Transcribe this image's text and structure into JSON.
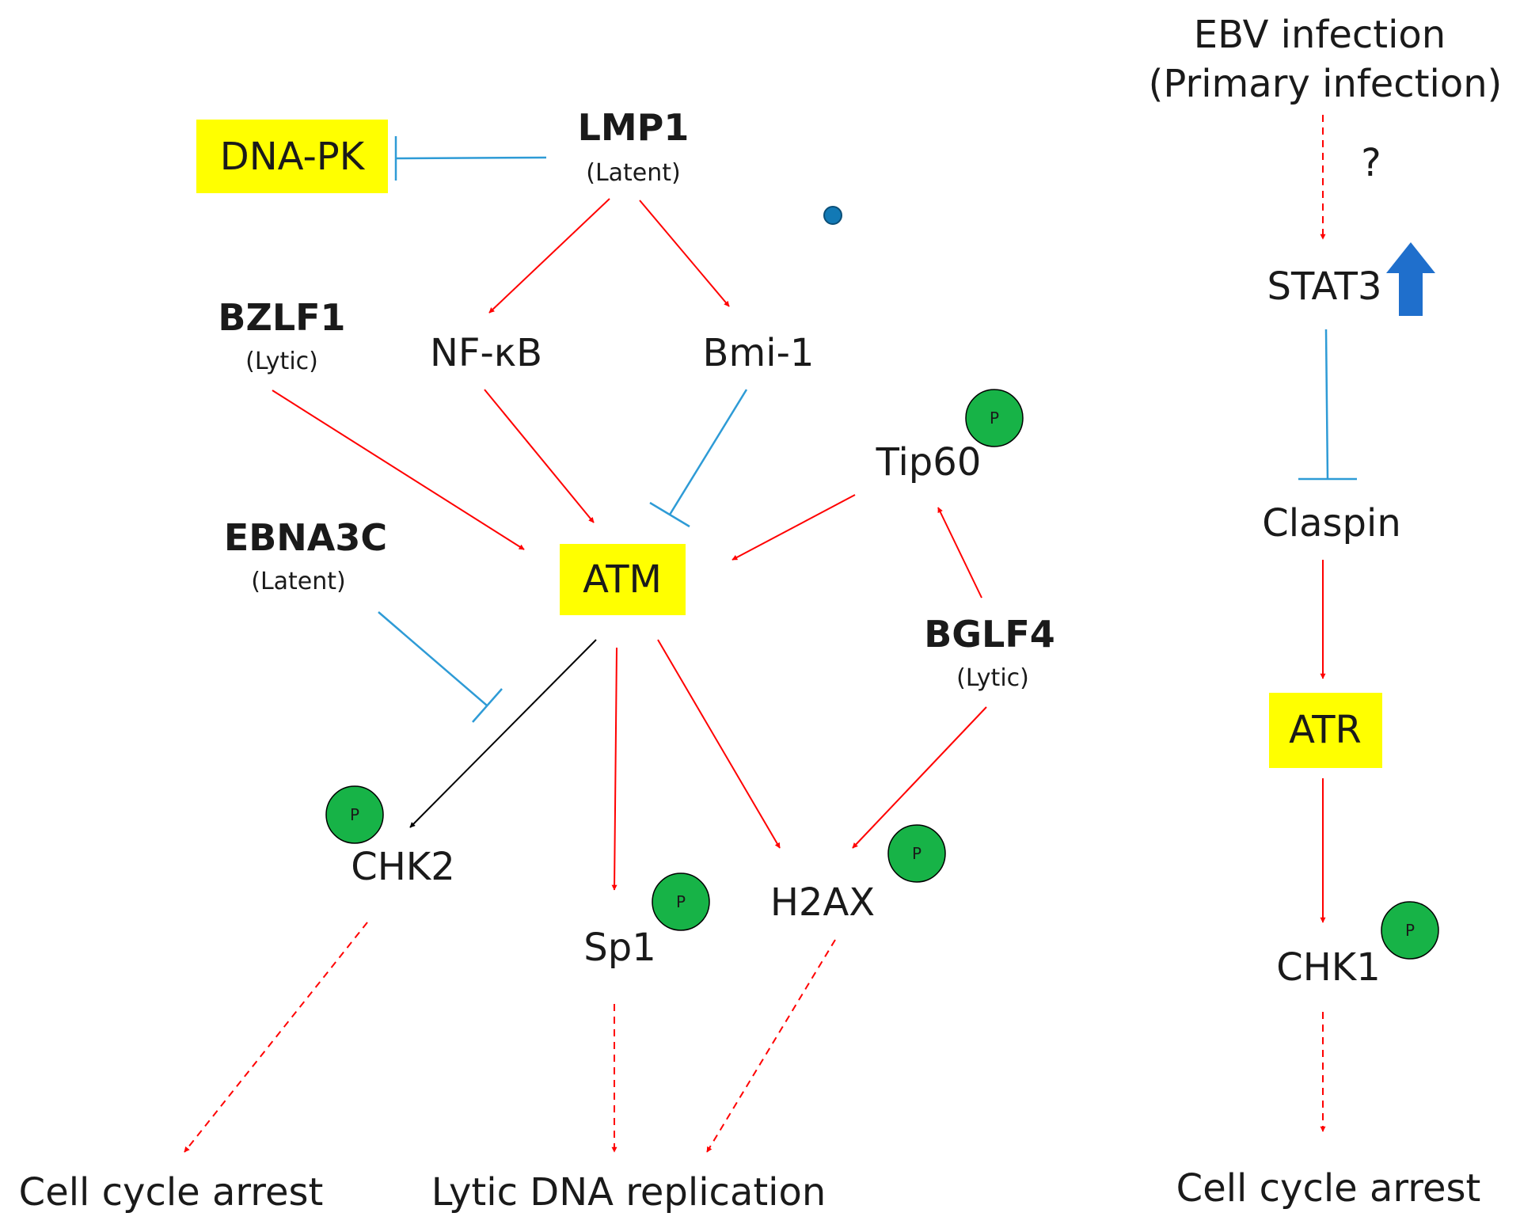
{
  "colors": {
    "activation": "#ff0000",
    "inhibition": "#2e9bd6",
    "neutral": "#000000",
    "highlight_box": "#ffff00",
    "phospho_fill": "#17b347",
    "dot": "#1279b5",
    "up_arrow": "#1f6fcc"
  },
  "icons": {
    "phospho": "circle-p-icon",
    "up_arrow": "up-arrow-icon",
    "dot": "dot-icon"
  },
  "nodes": {
    "lmp1": {
      "label": "LMP1",
      "sub": "(Latent)"
    },
    "dnapk": {
      "label": "DNA-PK"
    },
    "bzlf1": {
      "label": "BZLF1",
      "sub": "(Lytic)"
    },
    "nfkb": {
      "label": "NF-κB"
    },
    "bmi1": {
      "label": "Bmi-1"
    },
    "tip60": {
      "label": "Tip60"
    },
    "ebna3c": {
      "label": "EBNA3C",
      "sub": "(Latent)"
    },
    "atm": {
      "label": "ATM"
    },
    "bglf4": {
      "label": "BGLF4",
      "sub": "(Lytic)"
    },
    "chk2": {
      "label": "CHK2"
    },
    "sp1": {
      "label": "Sp1"
    },
    "h2ax": {
      "label": "H2AX"
    },
    "arrest_left": {
      "label": "Cell cycle arrest"
    },
    "lytic_rep": {
      "label": "Lytic DNA replication"
    },
    "ebv": {
      "line1": "EBV infection",
      "line2": "(Primary infection)"
    },
    "question": {
      "label": "?"
    },
    "stat3": {
      "label": "STAT3"
    },
    "claspin": {
      "label": "Claspin"
    },
    "atr": {
      "label": "ATR"
    },
    "chk1": {
      "label": "CHK1"
    },
    "arrest_right": {
      "label": "Cell cycle arrest"
    }
  },
  "phospho_label": "P",
  "edges": [
    {
      "id": "lmp1-dnapk",
      "from": "LMP1",
      "to": "DNA-PK",
      "kind": "inhibition",
      "style": "solid"
    },
    {
      "id": "lmp1-nfkb",
      "from": "LMP1",
      "to": "NF-κB",
      "kind": "activation",
      "style": "solid"
    },
    {
      "id": "lmp1-bmi1",
      "from": "LMP1",
      "to": "Bmi-1",
      "kind": "activation",
      "style": "solid"
    },
    {
      "id": "bzlf1-atm",
      "from": "BZLF1",
      "to": "ATM",
      "kind": "activation",
      "style": "solid"
    },
    {
      "id": "nfkb-atm",
      "from": "NF-κB",
      "to": "ATM",
      "kind": "activation",
      "style": "solid"
    },
    {
      "id": "bmi1-atm",
      "from": "Bmi-1",
      "to": "ATM",
      "kind": "inhibition",
      "style": "solid"
    },
    {
      "id": "tip60-atm",
      "from": "Tip60",
      "to": "ATM",
      "kind": "activation",
      "style": "solid"
    },
    {
      "id": "bglf4-tip60",
      "from": "BGLF4",
      "to": "Tip60",
      "kind": "activation",
      "style": "solid"
    },
    {
      "id": "ebna3c-chk2",
      "from": "EBNA3C",
      "to": "CHK2",
      "kind": "inhibition",
      "style": "solid"
    },
    {
      "id": "atm-chk2",
      "from": "ATM",
      "to": "CHK2",
      "kind": "neutral",
      "style": "solid"
    },
    {
      "id": "atm-sp1",
      "from": "ATM",
      "to": "Sp1",
      "kind": "activation",
      "style": "solid"
    },
    {
      "id": "atm-h2ax",
      "from": "ATM",
      "to": "H2AX",
      "kind": "activation",
      "style": "solid"
    },
    {
      "id": "bglf4-h2ax",
      "from": "BGLF4",
      "to": "H2AX",
      "kind": "activation",
      "style": "solid"
    },
    {
      "id": "chk2-arrest",
      "from": "CHK2",
      "to": "Cell cycle arrest",
      "kind": "activation",
      "style": "dashed"
    },
    {
      "id": "sp1-lytic",
      "from": "Sp1",
      "to": "Lytic DNA replication",
      "kind": "activation",
      "style": "dashed"
    },
    {
      "id": "h2ax-lytic",
      "from": "H2AX",
      "to": "Lytic DNA replication",
      "kind": "activation",
      "style": "dashed"
    },
    {
      "id": "ebv-stat3",
      "from": "EBV infection",
      "to": "STAT3",
      "kind": "activation",
      "style": "dashed"
    },
    {
      "id": "stat3-claspin",
      "from": "STAT3",
      "to": "Claspin",
      "kind": "inhibition",
      "style": "solid"
    },
    {
      "id": "claspin-atr",
      "from": "Claspin",
      "to": "ATR",
      "kind": "activation",
      "style": "solid"
    },
    {
      "id": "atr-chk1",
      "from": "ATR",
      "to": "CHK1",
      "kind": "activation",
      "style": "solid"
    },
    {
      "id": "chk1-arrest",
      "from": "CHK1",
      "to": "Cell cycle arrest",
      "kind": "activation",
      "style": "dashed"
    }
  ]
}
